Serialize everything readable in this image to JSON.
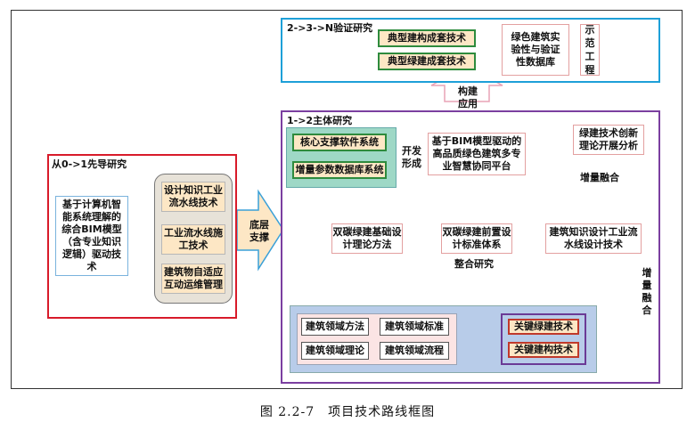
{
  "caption": "图 2.2-7　项目技术路线框图",
  "top_section": {
    "title": "2->3->N验证研究",
    "typical_build": "典型建构成套技术",
    "typical_green": "典型绿建成套技术",
    "green_db": "绿色建筑实验性与验证性数据库",
    "demo": "示范工程"
  },
  "construct_arrow": "构建应用",
  "main_section": {
    "title": "1->2主体研究",
    "core_software": "核心支撑软件系统",
    "incremental_db": "增量参数数据库系统",
    "develop_form": "开发形成",
    "platform": "基于BIM模型驱动的高品质绿色建筑多专业智慧协同平台",
    "innovation": "绿建技术创新理论开展分析",
    "inc_fusion_1": "增量融合",
    "inc_fusion_2": "增量融合",
    "low_carbon_design": "双碳绿建基础设计理论方法",
    "low_carbon_std": "双碳绿建前置设计标准体系",
    "knowledge_flow": "建筑知识设计工业流水线设计技术",
    "integration": "整合研究",
    "domains": [
      "建筑领域方法",
      "建筑领域标准",
      "建筑领域理论",
      "建筑领域流程"
    ],
    "key_green": "关键绿建技术",
    "key_build": "关键建构技术"
  },
  "left_section": {
    "title": "从0->1先导研究",
    "ai_bim": "基于计算机智能系统理解的综合BIM模型（含专业知识逻辑）驱动技术",
    "design_knowledge": "设计知识工业流水线技术",
    "industrial_line": "工业流水线施工技术",
    "self_adapt": "建筑物自适应互动运维管理"
  },
  "support_arrow": "底层支撑"
}
